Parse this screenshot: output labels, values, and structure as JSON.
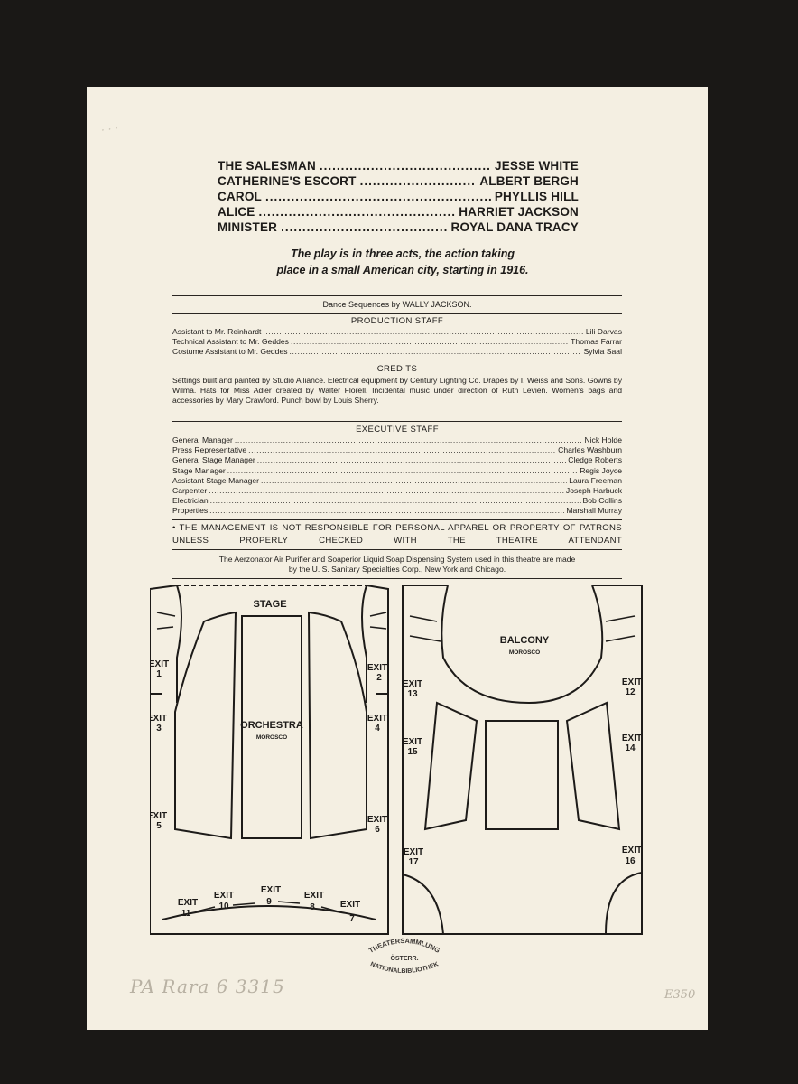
{
  "cast": [
    {
      "role": "THE SALESMAN",
      "actor": "JESSE WHITE"
    },
    {
      "role": "CATHERINE'S ESCORT",
      "actor": "ALBERT BERGH"
    },
    {
      "role": "CAROL",
      "actor": "PHYLLIS HILL"
    },
    {
      "role": "ALICE",
      "actor": "HARRIET JACKSON"
    },
    {
      "role": "MINISTER",
      "actor": "ROYAL DANA TRACY"
    }
  ],
  "note": {
    "line1": "The play is in three acts, the action taking",
    "line2": "place in a small American city, starting in 1916."
  },
  "dance": "Dance Sequences by WALLY JACKSON.",
  "production": {
    "heading": "PRODUCTION STAFF",
    "rows": [
      {
        "label": "Assistant to Mr. Reinhardt",
        "value": "Lili Darvas"
      },
      {
        "label": "Technical Assistant to Mr. Geddes",
        "value": "Thomas Farrar"
      },
      {
        "label": "Costume Assistant to Mr. Geddes",
        "value": "Sylvia Saal"
      }
    ]
  },
  "credits": {
    "heading": "CREDITS",
    "text": "Settings built and painted by Studio Alliance. Electrical equipment by Century Lighting Co. Drapes by I. Weiss and Sons. Gowns by Wilma. Hats for Miss Adler created by Walter Florell. Incidental music under direction of Ruth Levien. Women's bags and accessories by Mary Crawford. Punch bowl by Louis Sherry."
  },
  "executive": {
    "heading": "EXECUTIVE STAFF",
    "rows": [
      {
        "label": "General Manager",
        "value": "Nick Holde"
      },
      {
        "label": "Press Representative",
        "value": "Charles Washburn"
      },
      {
        "label": "General Stage Manager",
        "value": "Cledge Roberts"
      },
      {
        "label": "Stage Manager",
        "value": "Regis Joyce"
      },
      {
        "label": "Assistant Stage Manager",
        "value": "Laura Freeman"
      },
      {
        "label": "Carpenter",
        "value": "Joseph Harbuck"
      },
      {
        "label": "Electrician",
        "value": "Bob Collins"
      },
      {
        "label": "Properties",
        "value": "Marshall Murray"
      }
    ]
  },
  "management": "• THE MANAGEMENT IS NOT RESPONSIBLE FOR PERSONAL APPAREL OR PROPERTY OF PATRONS UNLESS PROPERLY CHECKED WITH THE THEATRE ATTENDANT",
  "aerozonator": {
    "line1": "The Aerzonator Air Purifier and Soaperior Liquid Soap Dispensing System used in this theatre are made",
    "line2": "by the U. S. Sanitary Specialties Corp., New York and Chicago."
  },
  "seating": {
    "stage": "STAGE",
    "orchestra": "ORCHESTRA",
    "balcony": "BALCONY",
    "theatre": "MOROSCO",
    "exit_word": "EXIT",
    "exits": [
      "1",
      "2",
      "3",
      "4",
      "5",
      "6",
      "7",
      "8",
      "9",
      "10",
      "11",
      "12",
      "13",
      "14",
      "15",
      "16",
      "17"
    ]
  },
  "stamp": {
    "line1": "THEATERSAMMLUNG",
    "line2": "ÖSTERR.",
    "line3": "NATIONALBIBLIOTHEK"
  },
  "pencil": {
    "shelfmark": "PA Rara 6 3315",
    "code": "E350"
  }
}
